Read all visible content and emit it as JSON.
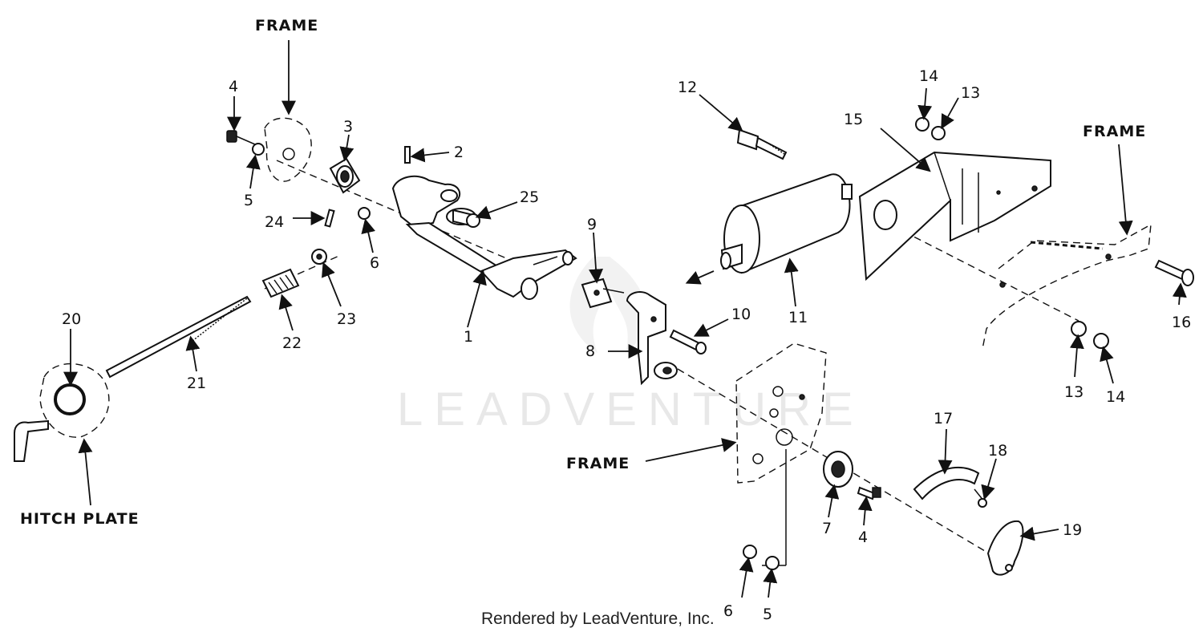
{
  "diagram": {
    "watermark": "LEADVENTURE",
    "credit": "Rendered by LeadVenture, Inc.",
    "labels": {
      "frame_top": "FRAME",
      "frame_right": "FRAME",
      "frame_bottom": "FRAME",
      "hitch_plate": "HITCH PLATE"
    },
    "callouts": [
      "1",
      "2",
      "3",
      "4",
      "5",
      "6",
      "7",
      "8",
      "9",
      "10",
      "11",
      "12",
      "13",
      "14",
      "15",
      "16",
      "17",
      "18",
      "19",
      "20",
      "21",
      "22",
      "23",
      "24",
      "25"
    ]
  }
}
